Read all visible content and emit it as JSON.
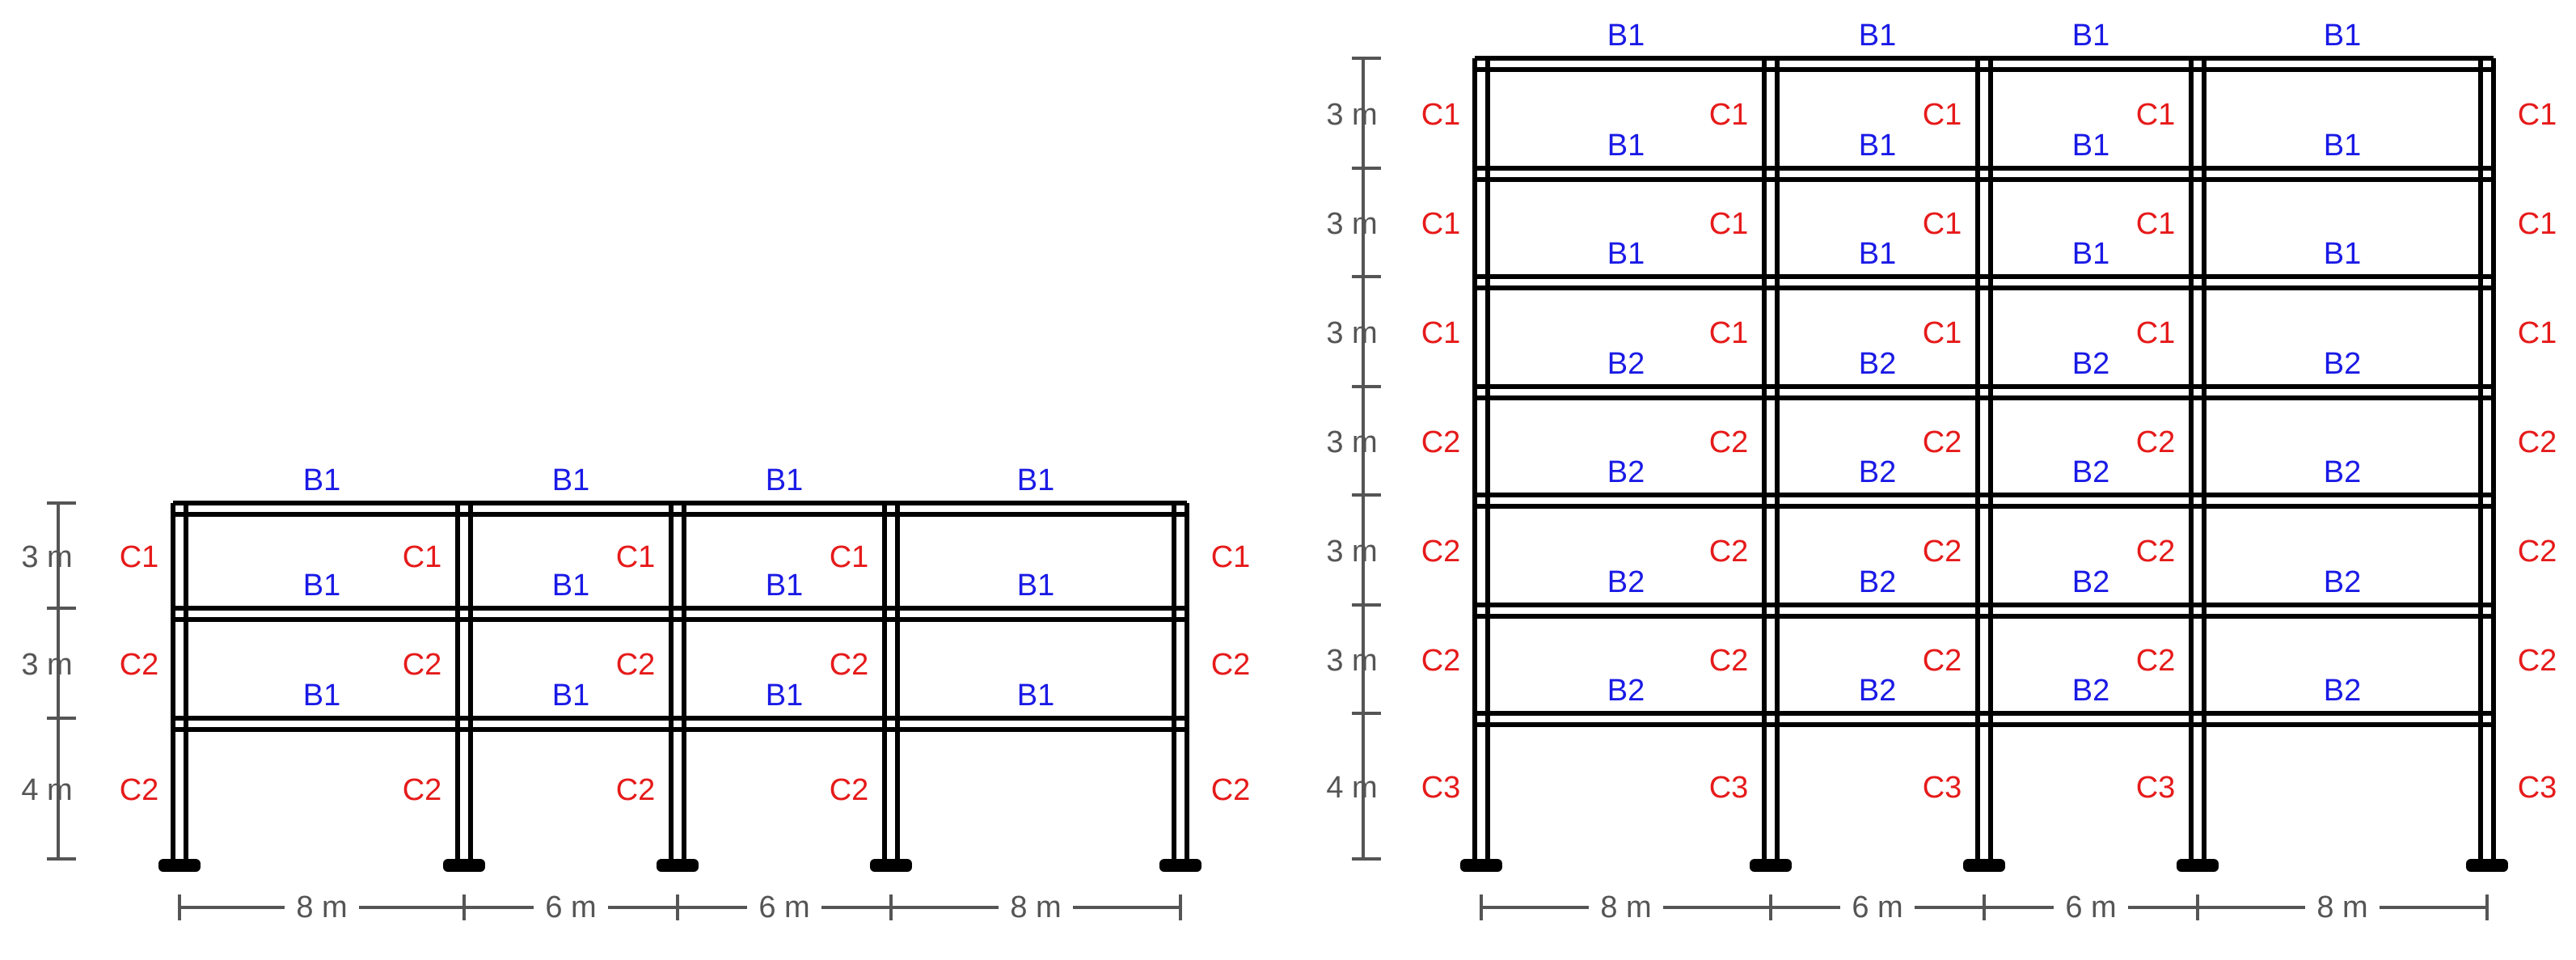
{
  "frames": [
    {
      "id": "frame-3-storey",
      "bay_labels": [
        "8 m",
        "6 m",
        "6 m",
        "8 m"
      ],
      "storey_labels_top_down": [
        "3 m",
        "3 m",
        "4 m"
      ],
      "beam_rows_top_down": [
        [
          "B1",
          "B1",
          "B1",
          "B1"
        ],
        [
          "B1",
          "B1",
          "B1",
          "B1"
        ],
        [
          "B1",
          "B1",
          "B1",
          "B1"
        ]
      ],
      "column_rows_top_down": [
        [
          "C1",
          "C1",
          "C1",
          "C1",
          "C1"
        ],
        [
          "C2",
          "C2",
          "C2",
          "C2",
          "C2"
        ],
        [
          "C2",
          "C2",
          "C2",
          "C2",
          "C2"
        ]
      ]
    },
    {
      "id": "frame-7-storey",
      "bay_labels": [
        "8 m",
        "6 m",
        "6 m",
        "8 m"
      ],
      "storey_labels_top_down": [
        "3 m",
        "3 m",
        "3 m",
        "3 m",
        "3 m",
        "3 m",
        "4 m"
      ],
      "beam_rows_top_down": [
        [
          "B1",
          "B1",
          "B1",
          "B1"
        ],
        [
          "B1",
          "B1",
          "B1",
          "B1"
        ],
        [
          "B1",
          "B1",
          "B1",
          "B1"
        ],
        [
          "B2",
          "B2",
          "B2",
          "B2"
        ],
        [
          "B2",
          "B2",
          "B2",
          "B2"
        ],
        [
          "B2",
          "B2",
          "B2",
          "B2"
        ],
        [
          "B2",
          "B2",
          "B2",
          "B2"
        ]
      ],
      "column_rows_top_down": [
        [
          "C1",
          "C1",
          "C1",
          "C1",
          "C1"
        ],
        [
          "C1",
          "C1",
          "C1",
          "C1",
          "C1"
        ],
        [
          "C1",
          "C1",
          "C1",
          "C1",
          "C1"
        ],
        [
          "C2",
          "C2",
          "C2",
          "C2",
          "C2"
        ],
        [
          "C2",
          "C2",
          "C2",
          "C2",
          "C2"
        ],
        [
          "C2",
          "C2",
          "C2",
          "C2",
          "C2"
        ],
        [
          "C3",
          "C3",
          "C3",
          "C3",
          "C3"
        ]
      ]
    }
  ],
  "colors": {
    "beam_label": "#1a1ae6",
    "column_label": "#e61a1a",
    "dimension": "#555555",
    "frame_line": "#000000"
  }
}
